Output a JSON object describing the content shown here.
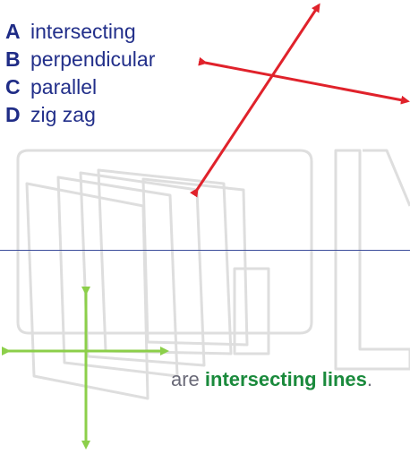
{
  "question": {
    "options": [
      {
        "letter": "A",
        "text": "intersecting"
      },
      {
        "letter": "B",
        "text": "perpendicular"
      },
      {
        "letter": "C",
        "text": "parallel"
      },
      {
        "letter": "D",
        "text": "zig zag"
      }
    ]
  },
  "caption": {
    "prefix": "are ",
    "term": "intersecting lines",
    "suffix": "."
  },
  "colors": {
    "option_text": "#222f8a",
    "red_arrows": "#e0222b",
    "green_arrows": "#8ccf4a",
    "term": "#1a8a3c",
    "rule": "#3b4c9a"
  },
  "icons": {
    "red_lines": "double-headed-arrow",
    "green_lines": "double-headed-arrow"
  }
}
